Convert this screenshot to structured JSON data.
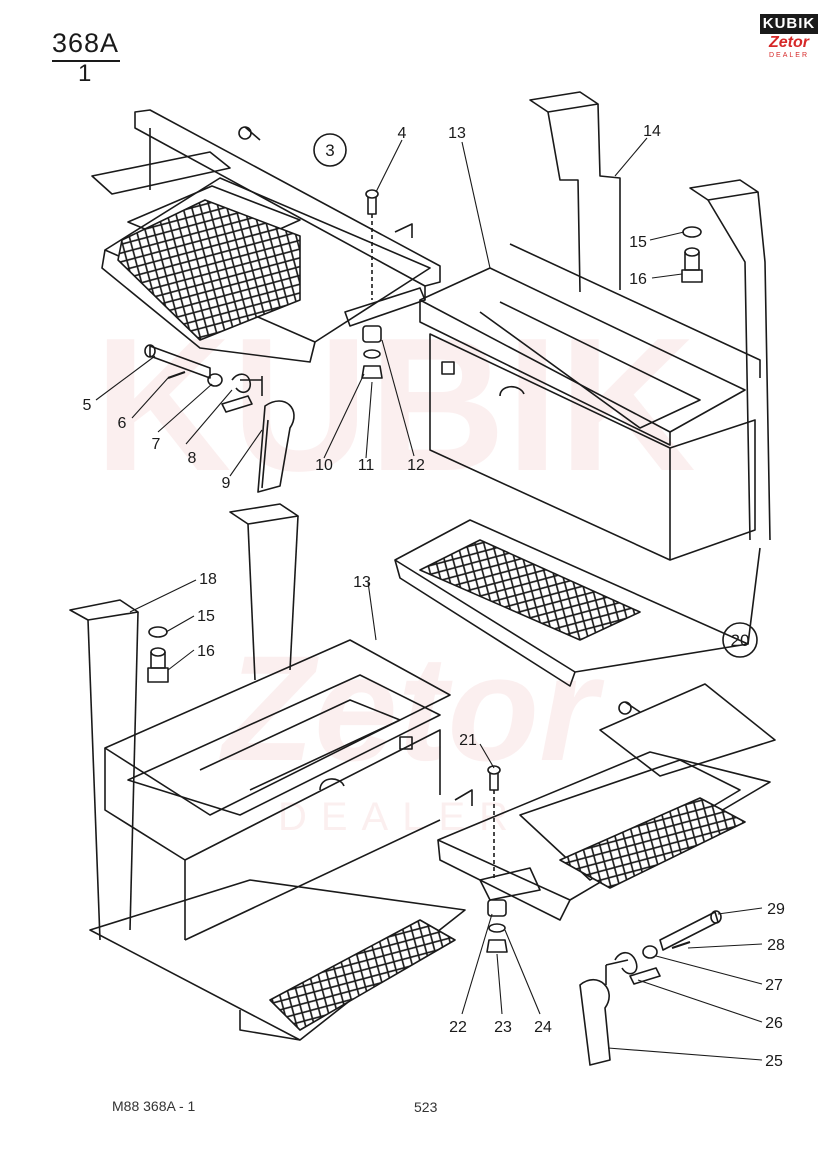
{
  "header": {
    "drawing_code": "368A",
    "sheet": "1"
  },
  "logo": {
    "brand_top": "KUBIK",
    "brand_script": "Zetor",
    "brand_sub": "DEALER"
  },
  "watermark": {
    "line1": "KUBIK",
    "line2": "Zetor",
    "line3": "DEALER"
  },
  "assemblies": [
    {
      "id": "asm-left",
      "label": "3"
    },
    {
      "id": "asm-right",
      "label": "20"
    }
  ],
  "callouts": {
    "c4": "4",
    "c5": "5",
    "c6": "6",
    "c7": "7",
    "c8": "8",
    "c9": "9",
    "c10": "10",
    "c11": "11",
    "c12": "12",
    "c13a": "13",
    "c14": "14",
    "c15a": "15",
    "c16a": "16",
    "c13b": "13",
    "c18": "18",
    "c15b": "15",
    "c16b": "16",
    "c21": "21",
    "c22": "22",
    "c23": "23",
    "c24": "24",
    "c25": "25",
    "c26": "26",
    "c27": "27",
    "c28": "28",
    "c29": "29"
  },
  "footer": {
    "code": "M88  368A - 1",
    "page": "523"
  },
  "colors": {
    "ink": "#1a1a1a",
    "watermark": "#f2c9c9",
    "logo_red": "#d62828"
  }
}
